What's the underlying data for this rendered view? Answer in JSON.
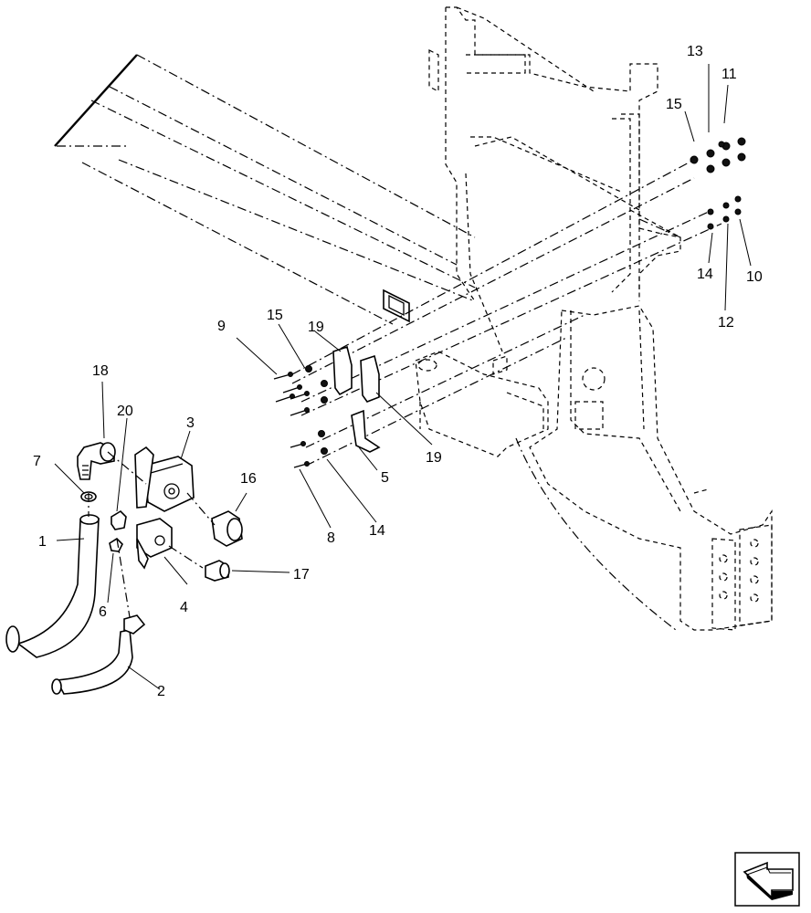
{
  "callouts": [
    {
      "id": "c1",
      "text": "1"
    },
    {
      "id": "c2",
      "text": "2"
    },
    {
      "id": "c3",
      "text": "3"
    },
    {
      "id": "c4",
      "text": "4"
    },
    {
      "id": "c5",
      "text": "5"
    },
    {
      "id": "c6",
      "text": "6"
    },
    {
      "id": "c7",
      "text": "7"
    },
    {
      "id": "c8",
      "text": "8"
    },
    {
      "id": "c9",
      "text": "9"
    },
    {
      "id": "c10",
      "text": "10"
    },
    {
      "id": "c11",
      "text": "11"
    },
    {
      "id": "c12",
      "text": "12"
    },
    {
      "id": "c13",
      "text": "13"
    },
    {
      "id": "c14a",
      "text": "14"
    },
    {
      "id": "c14b",
      "text": "14"
    },
    {
      "id": "c15a",
      "text": "15"
    },
    {
      "id": "c15b",
      "text": "15"
    },
    {
      "id": "c16",
      "text": "16"
    },
    {
      "id": "c17",
      "text": "17"
    },
    {
      "id": "c18",
      "text": "18"
    },
    {
      "id": "c19a",
      "text": "19"
    },
    {
      "id": "c19b",
      "text": "19"
    },
    {
      "id": "c20",
      "text": "20"
    }
  ],
  "icons": {
    "nav": "previous-page-arrow-icon"
  }
}
